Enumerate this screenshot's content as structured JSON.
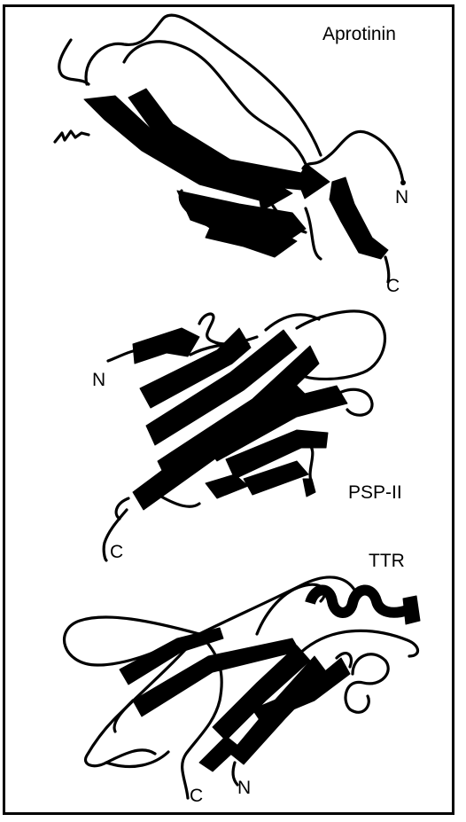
{
  "panels": [
    {
      "name": "Aprotinin",
      "n_label": "N",
      "c_label": "C"
    },
    {
      "name": "PSP-II",
      "n_label": "N",
      "c_label": "C"
    },
    {
      "name": "TTR",
      "n_label": "N",
      "c_label": "C"
    }
  ]
}
